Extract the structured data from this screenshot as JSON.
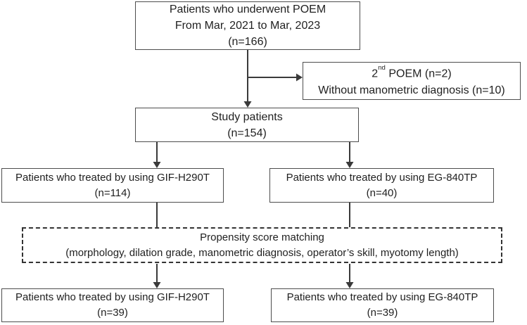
{
  "figure": {
    "background": "#ffffff",
    "colors": {
      "box_border": "#4d4d4d",
      "dashed_border": "#333333",
      "text": "#1f1f1f",
      "arrow": "#3a3a3a",
      "background": "#ffffff"
    }
  },
  "boxes": {
    "underwent": {
      "lines": [
        "Patients who underwent POEM",
        "From Mar, 2021 to Mar, 2023",
        "(n=166)"
      ]
    },
    "excluded": {
      "line1_num": "2",
      "line1_sup": "nd",
      "line1_rest": " POEM (n=2)",
      "line2": "Without manometric diagnosis (n=10)"
    },
    "study": {
      "lines": [
        "Study patients",
        "(n=154)"
      ]
    },
    "gif_all": {
      "lines": [
        "Patients who treated by using GIF-H290T",
        "(n=114)"
      ]
    },
    "eg_all": {
      "lines": [
        "Patients who treated by using EG-840TP",
        "(n=40)"
      ]
    },
    "psm": {
      "lines": [
        "Propensity score matching",
        "(morphology, dilation grade, manometric diagnosis, operator’s skill, myotomy length)"
      ]
    },
    "gif_matched": {
      "lines": [
        "Patients who treated by using GIF-H290T",
        "(n=39)"
      ]
    },
    "eg_matched": {
      "lines": [
        "Patients who treated by using EG-840TP",
        "(n=39)"
      ]
    }
  }
}
